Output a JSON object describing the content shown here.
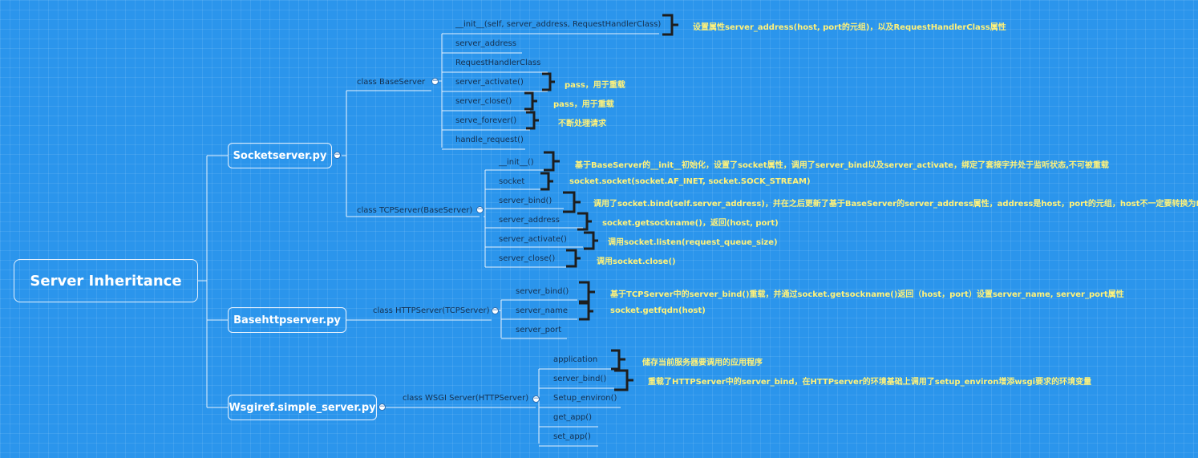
{
  "root": {
    "title": "Server Inheritance"
  },
  "modules": [
    {
      "name": "Socketserver.py",
      "classes": [
        {
          "name": "class BaseServer",
          "items": [
            {
              "label": "__init__(self, server_address, RequestHandlerClass)",
              "note": "设置属性server_address(host, port的元组)，以及RequestHandlerClass属性"
            },
            {
              "label": "server_address",
              "note": ""
            },
            {
              "label": "RequestHandlerClass",
              "note": ""
            },
            {
              "label": "server_activate()",
              "note": "pass，用于重载"
            },
            {
              "label": "server_close()",
              "note": "pass，用于重载"
            },
            {
              "label": "serve_forever()",
              "note": "不断处理请求"
            },
            {
              "label": "handle_request()",
              "note": ""
            }
          ]
        },
        {
          "name": "class TCPServer(BaseServer)",
          "items": [
            {
              "label": "__init__()",
              "note": "基于BaseServer的__init__初始化，设置了socket属性，调用了server_bind以及server_activate，绑定了套接字并处于监听状态,不可被重载"
            },
            {
              "label": "socket",
              "note": "socket.socket(socket.AF_INET, socket.SOCK_STREAM)"
            },
            {
              "label": "server_bind()",
              "note": "调用了socket.bind(self.server_address)，并在之后更新了基于BaseServer的server_address属性，address是host，port的元组，host不一定要转换为IP地址"
            },
            {
              "label": "server_address",
              "note": "socket.getsockname()，返回(host, port)"
            },
            {
              "label": "server_activate()",
              "note": "调用socket.listen(request_queue_size)"
            },
            {
              "label": "server_close()",
              "note": "调用socket.close()"
            }
          ]
        }
      ]
    },
    {
      "name": "Basehttpserver.py",
      "classes": [
        {
          "name": "class HTTPServer(TCPServer)",
          "items": [
            {
              "label": "server_bind()",
              "note": "基于TCPServer中的server_bind()重载，并通过socket.getsockname()返回（host，port）设置server_name, server_port属性"
            },
            {
              "label": "server_name",
              "note": "socket.getfqdn(host)"
            },
            {
              "label": "server_port",
              "note": ""
            }
          ]
        }
      ]
    },
    {
      "name": "Wsgiref.simple_server.py",
      "classes": [
        {
          "name": "class WSGI Server(HTTPServer)",
          "items": [
            {
              "label": "application",
              "note": "储存当前服务器要调用的应用程序"
            },
            {
              "label": "server_bind()",
              "note": "重载了HTTPServer中的server_bind，在HTTPserver的环境基础上调用了setup_environ增添wsgi要求的环境变量"
            },
            {
              "label": "Setup_environ()",
              "note": ""
            },
            {
              "label": "get_app()",
              "note": ""
            },
            {
              "label": "set_app()",
              "note": ""
            }
          ]
        }
      ]
    }
  ],
  "colors": {
    "background": "#2b95ec",
    "line": "#e6f1fd",
    "leaf_text": "#15304f",
    "note_text": "#fff27a",
    "bracket": "#1d1d1d"
  }
}
